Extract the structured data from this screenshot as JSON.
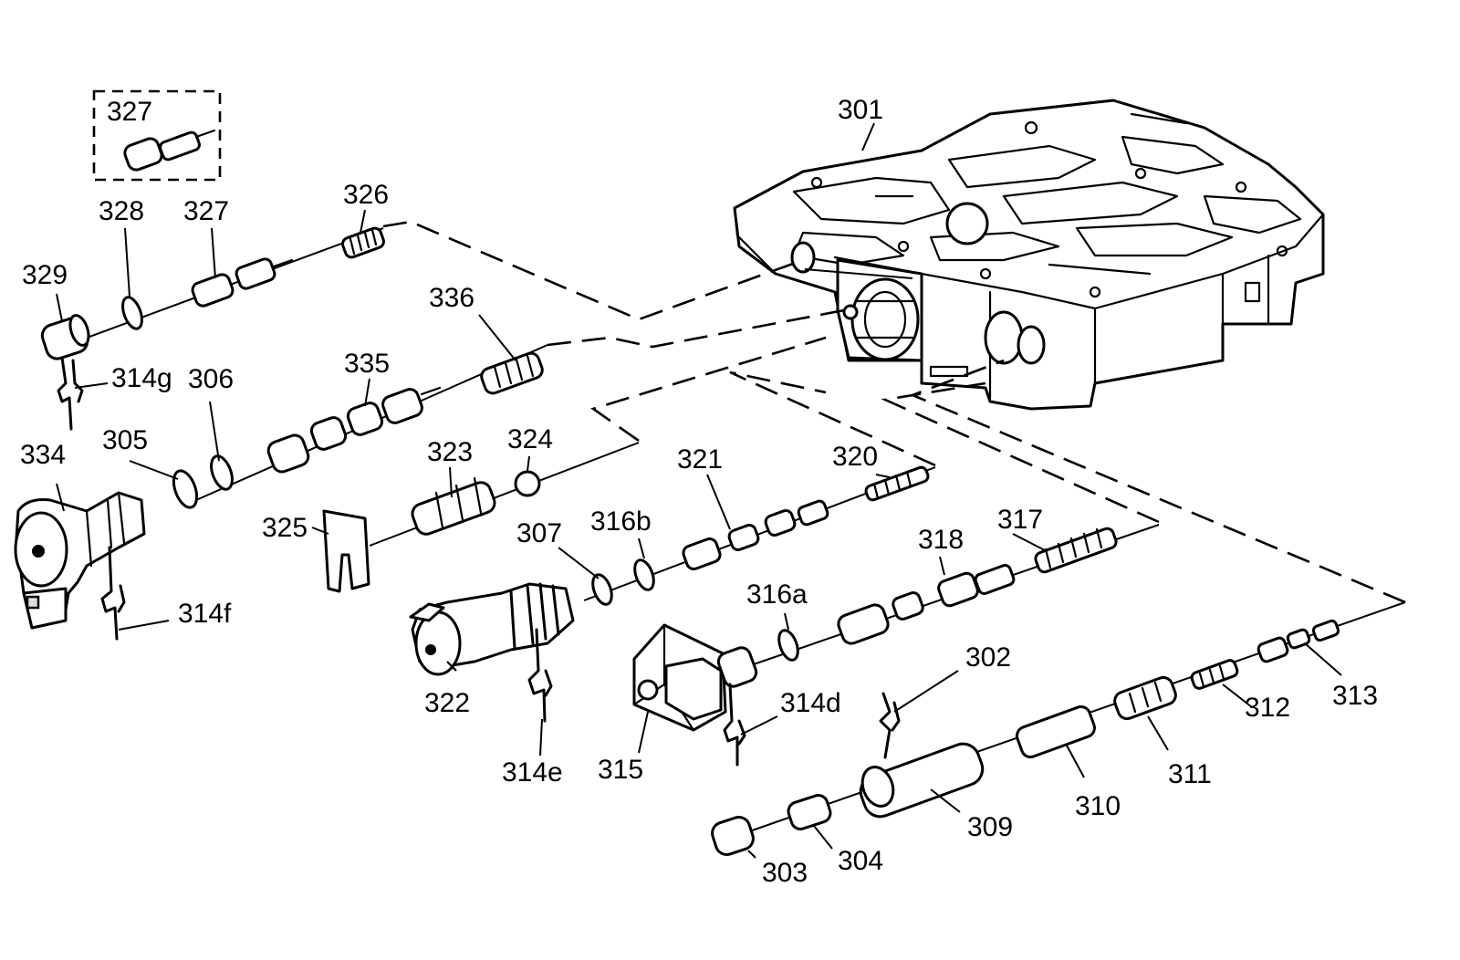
{
  "callouts": {
    "c301": "301",
    "c302": "302",
    "c303": "303",
    "c304": "304",
    "c305": "305",
    "c306": "306",
    "c307": "307",
    "c309": "309",
    "c310": "310",
    "c311": "311",
    "c312": "312",
    "c313": "313",
    "c314d": "314d",
    "c314e": "314e",
    "c314f": "314f",
    "c314g": "314g",
    "c315": "315",
    "c316a": "316a",
    "c316b": "316b",
    "c317": "317",
    "c318": "318",
    "c320": "320",
    "c321": "321",
    "c322": "322",
    "c323": "323",
    "c324": "324",
    "c325": "325",
    "c326": "326",
    "c327_inset": "327",
    "c327": "327",
    "c328": "328",
    "c329": "329",
    "c334": "334",
    "c335": "335",
    "c336": "336"
  },
  "colors": {
    "line": "#000000",
    "background": "#ffffff"
  }
}
